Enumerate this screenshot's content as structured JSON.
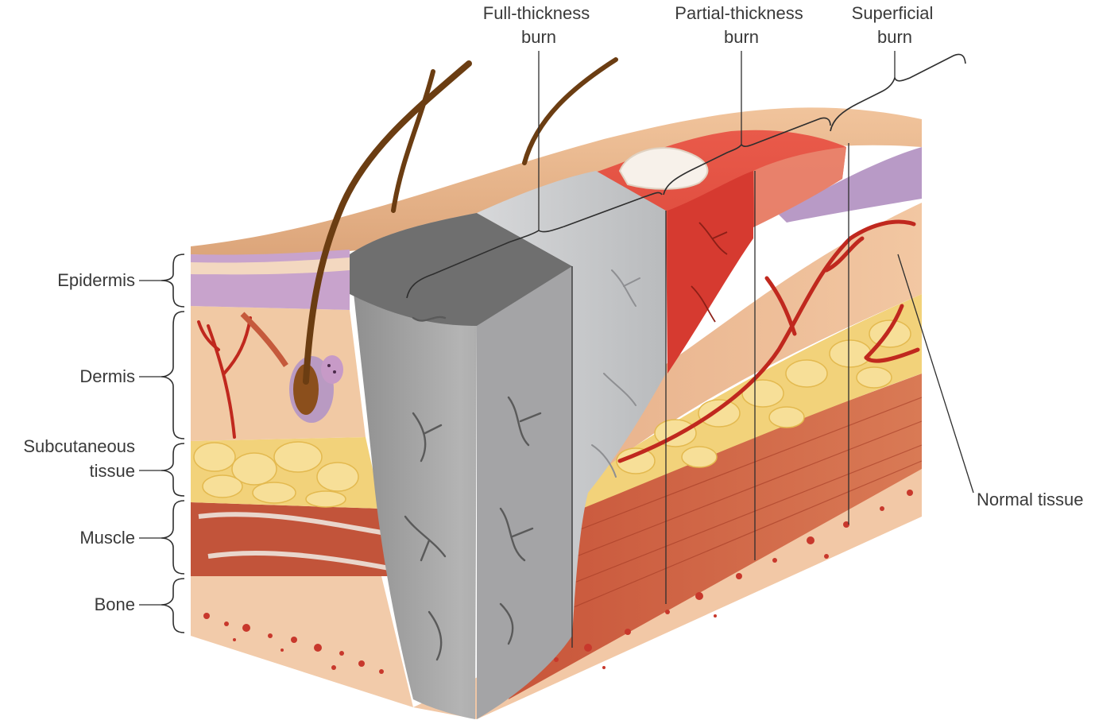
{
  "labels": {
    "left": {
      "epidermis": "Epidermis",
      "dermis": "Dermis",
      "subcutaneous_line1": "Subcutaneous",
      "subcutaneous_line2": "tissue",
      "muscle": "Muscle",
      "bone": "Bone"
    },
    "top": {
      "full_line1": "Full-thickness",
      "full_line2": "burn",
      "partial_line1": "Partial-thickness",
      "partial_line2": "burn",
      "superficial_line1": "Superficial",
      "superficial_line2": "burn"
    },
    "right": {
      "normal": "Normal tissue"
    }
  },
  "colors": {
    "skin_surface": "#e8b48a",
    "dermis": "#f1c9a4",
    "epidermis": "#b99ac2",
    "fat": "#f2d27a",
    "muscle": "#b8482e",
    "bone": "#f0c8a8",
    "bone_pores": "#c0392b",
    "char": "#9a9a9a",
    "burn_red": "#e0473b",
    "blister": "#f4ede4",
    "hair": "#6b3d12",
    "vessel": "#c0281e"
  }
}
